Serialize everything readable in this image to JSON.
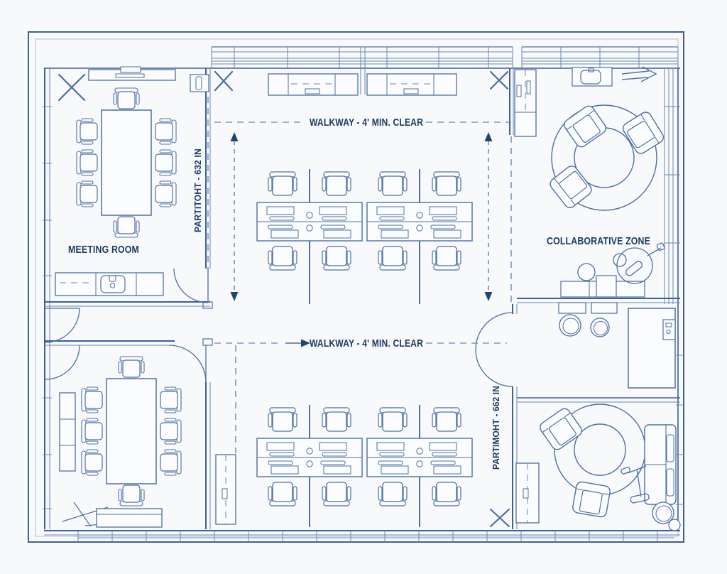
{
  "drawing": {
    "type": "office-floor-plan-blueprint",
    "colors": {
      "paper": "#f8f9fb",
      "wall_line": "#3d6096",
      "furniture_line": "#4c6fa5",
      "annotation_line": "#6a87b2",
      "text": "#1b3a63",
      "rug_dots": "#93a9cc"
    },
    "icons": [
      "x-marker-icon",
      "direction-arrow-icon",
      "dimension-arrow-icon",
      "door-swing-icon",
      "sink-icon",
      "floor-lamp-icon",
      "rug-icon"
    ]
  },
  "labels": {
    "meeting_room": "MEETING ROOM",
    "collaborative_zone": "COLLABORATIVE ZONE",
    "walkway_top": "WALKWAY - 4' MIN. CLEAR",
    "walkway_bottom": "WALKWAY - 4' MIN. CLEAR",
    "partition_left": "PARTITOHT - 632 IN",
    "partition_right": "PARTIMOHT - 662 IN"
  }
}
